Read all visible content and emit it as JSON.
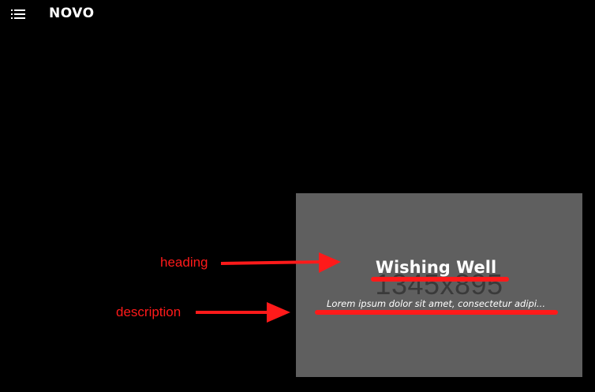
{
  "header": {
    "brand": "NOVO",
    "menu_icon": "list-menu-icon"
  },
  "card": {
    "placeholder": "1345x895",
    "heading": "Wishing Well",
    "description": "Lorem ipsum dolor sit amet, consectetur adipi..."
  },
  "annotations": {
    "heading_label": "heading",
    "description_label": "description"
  },
  "colors": {
    "background": "#000000",
    "card": "#5f5f5f",
    "annotation": "#ff1a1a"
  }
}
